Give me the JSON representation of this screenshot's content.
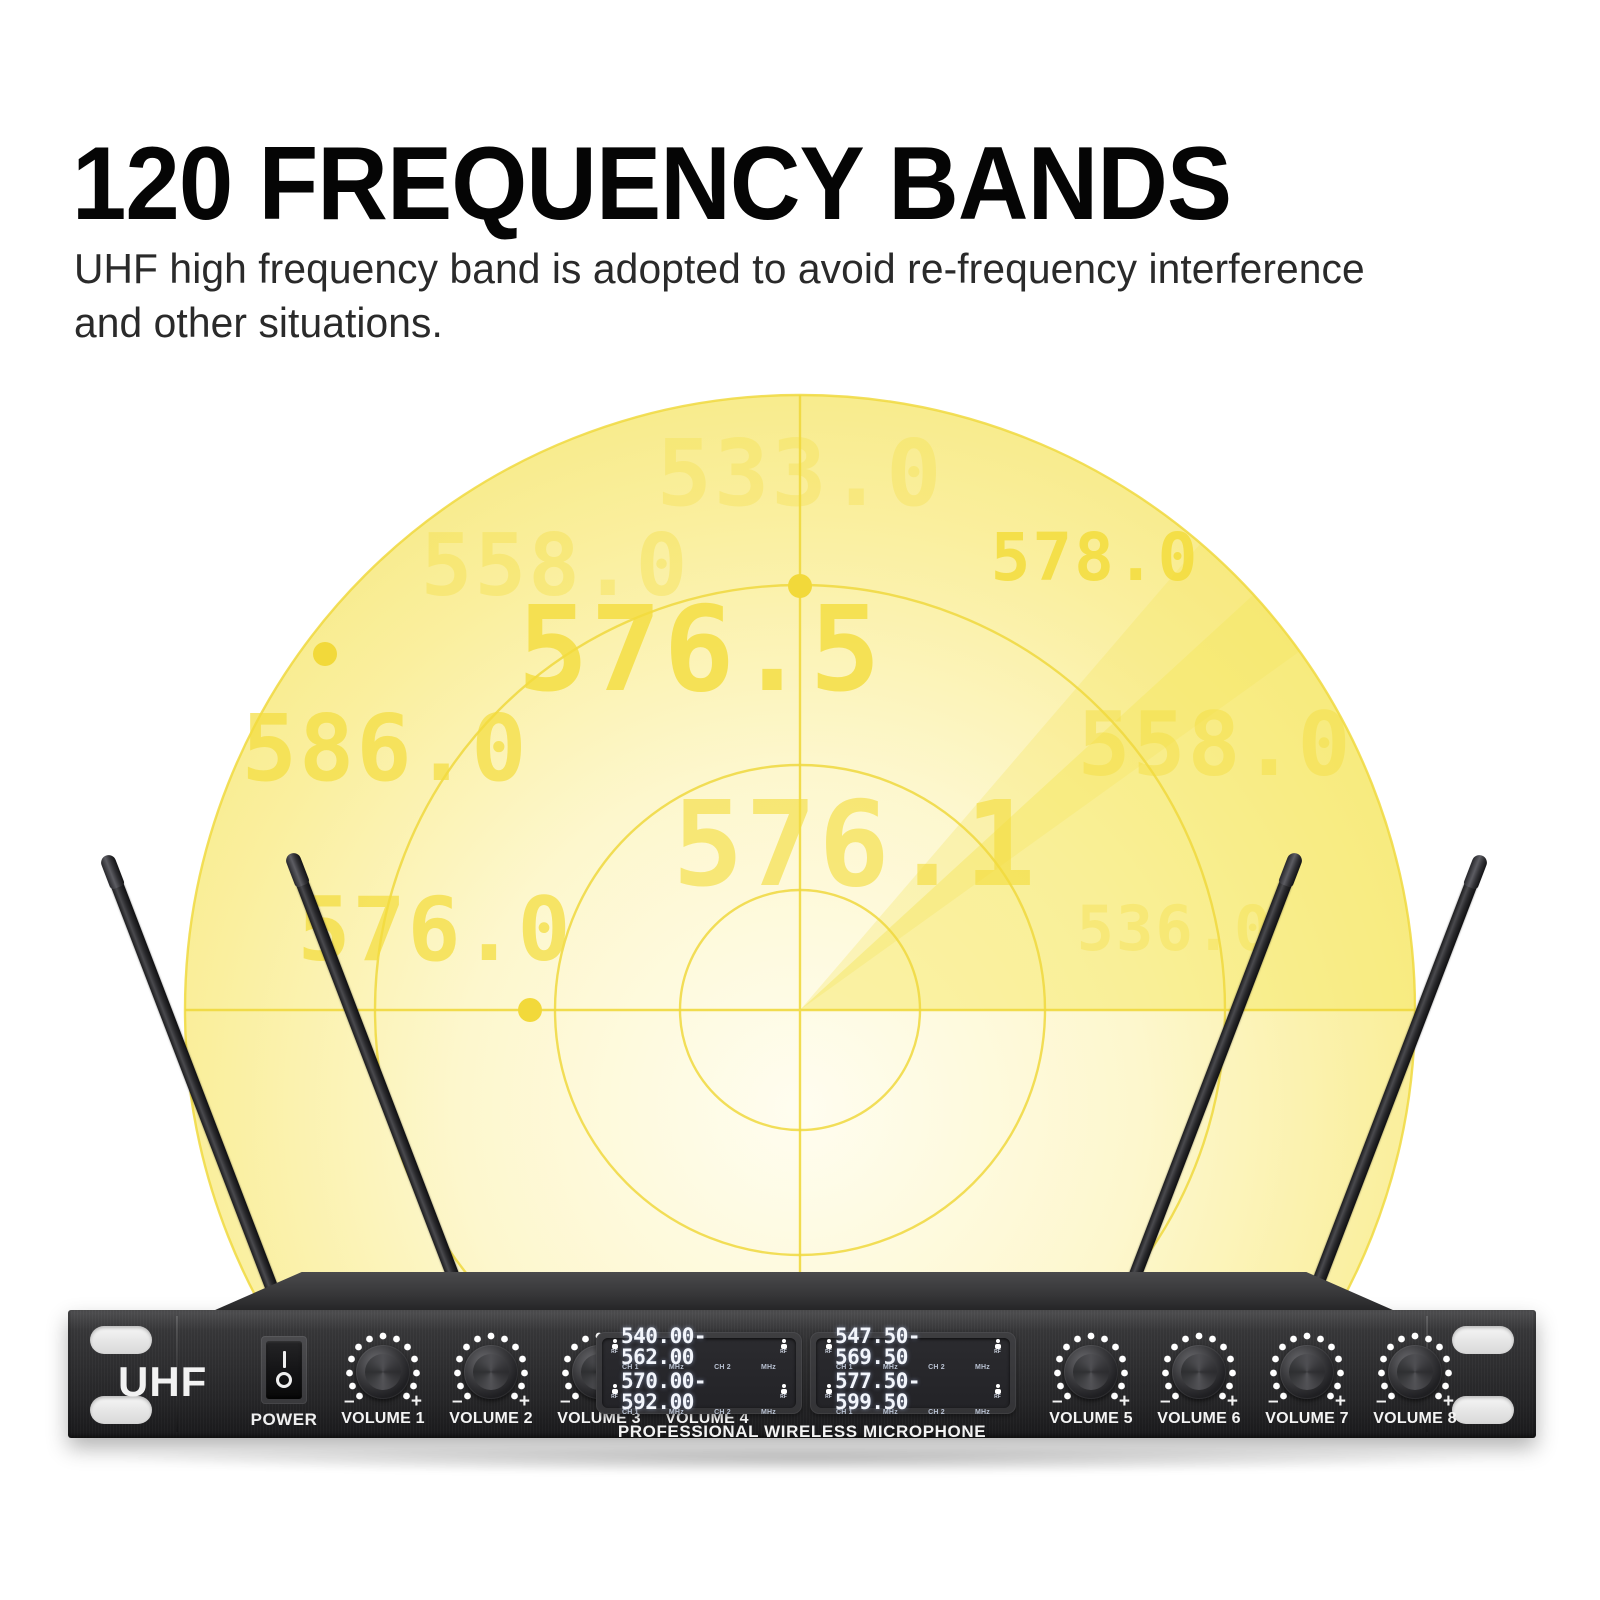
{
  "header": {
    "title": "120 FREQUENCY BANDS",
    "subtitle": "UHF high frequency band is adopted to avoid re-frequency interference and other situations."
  },
  "colors": {
    "radar_fill_outer": "#fdf6c8",
    "radar_fill_inner": "#f7ef9a",
    "radar_sweep": "#f7e96b",
    "radar_line": "#f2df55",
    "segment_text": "#f4dd3d",
    "chassis": "#2c2c2e",
    "display_text": "#f2f5fb",
    "panel_text": "#f2f2f2"
  },
  "radar": {
    "name": "frequency-radar-graphic",
    "frequency_labels": [
      {
        "value": "533.0",
        "position": "top-center"
      },
      {
        "value": "558.0",
        "position": "upper-left"
      },
      {
        "value": "578.0",
        "position": "upper-right"
      },
      {
        "value": "576.5",
        "position": "center-upper"
      },
      {
        "value": "586.0",
        "position": "mid-left"
      },
      {
        "value": "558.0",
        "position": "mid-right"
      },
      {
        "value": "576.1",
        "position": "center"
      },
      {
        "value": "576.0",
        "position": "lower-left"
      },
      {
        "value": "536.0",
        "position": "lower-right"
      }
    ],
    "node_markers": 3,
    "ring_count": 4
  },
  "device": {
    "name": "uhf-wireless-microphone-receiver",
    "brand_mark": "UHF",
    "power": {
      "label": "POWER",
      "switch_on_symbol": "I",
      "switch_off_symbol": "O"
    },
    "footer_label": "PROFESSIONAL WIRELESS MICROPHONE",
    "knobs_left": [
      {
        "label": "VOLUME 1",
        "minus": "–",
        "plus": "+"
      },
      {
        "label": "VOLUME 2",
        "minus": "–",
        "plus": "+"
      },
      {
        "label": "VOLUME 3",
        "minus": "–",
        "plus": "+"
      },
      {
        "label": "VOLUME 4",
        "minus": "–",
        "plus": "+"
      }
    ],
    "knobs_right": [
      {
        "label": "VOLUME 5",
        "minus": "–",
        "plus": "+"
      },
      {
        "label": "VOLUME 6",
        "minus": "–",
        "plus": "+"
      },
      {
        "label": "VOLUME 7",
        "minus": "–",
        "plus": "+"
      },
      {
        "label": "VOLUME 8",
        "minus": "–",
        "plus": "+"
      }
    ],
    "displays": [
      {
        "id": "display-left",
        "rows": [
          {
            "value": "540.00-562.00",
            "left_channel": "CH 1",
            "left_unit": "MHz",
            "right_channel": "CH 2",
            "right_unit": "MHz",
            "rf_label": "RF"
          },
          {
            "value": "570.00-592.00",
            "left_channel": "CH 1",
            "left_unit": "MHz",
            "right_channel": "CH 2",
            "right_unit": "MHz",
            "rf_label": "RF"
          }
        ]
      },
      {
        "id": "display-right",
        "rows": [
          {
            "value": "547.50-569.50",
            "left_channel": "CH 1",
            "left_unit": "MHz",
            "right_channel": "CH 2",
            "right_unit": "MHz",
            "rf_label": "RF"
          },
          {
            "value": "577.50-599.50",
            "left_channel": "CH 1",
            "left_unit": "MHz",
            "right_channel": "CH 2",
            "right_unit": "MHz",
            "rf_label": "RF"
          }
        ]
      }
    ],
    "antennas": 4
  }
}
